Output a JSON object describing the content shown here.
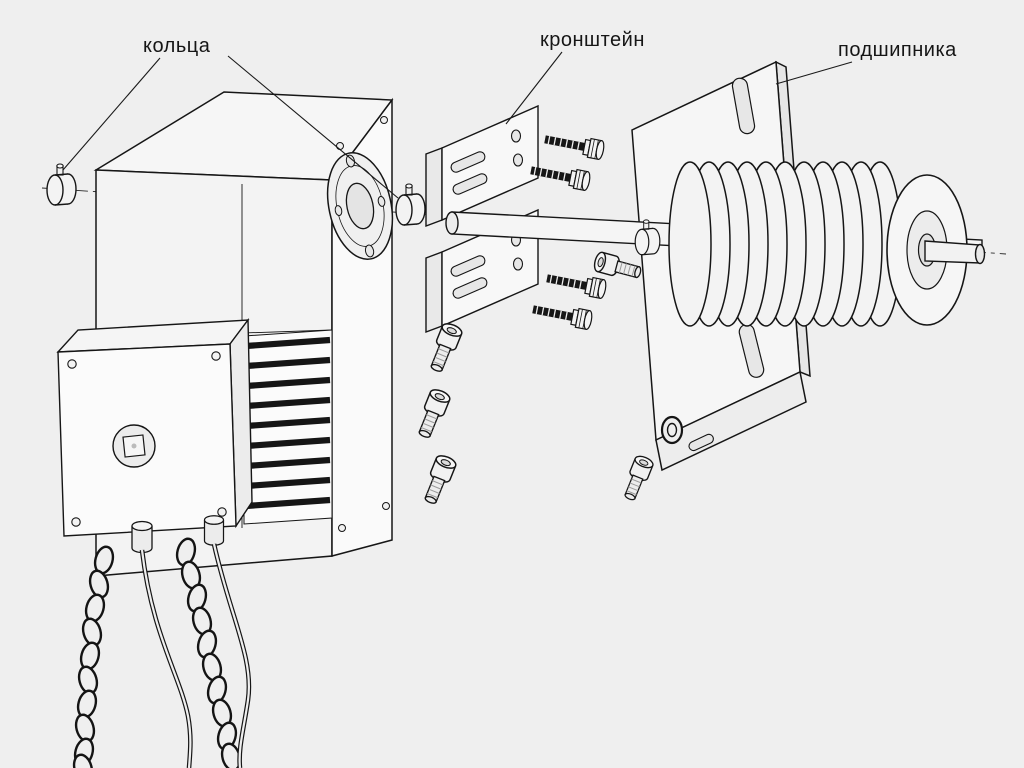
{
  "diagram": {
    "type": "exploded-assembly-technical-drawing",
    "labels": {
      "rings": "кольца",
      "bracket": "кронштейн",
      "bearing": "подшипника"
    },
    "colors": {
      "background": "#efefef",
      "line": "#1a1a1a",
      "fill_light": "#f5f5f5",
      "fin_dark": "#151515"
    }
  }
}
